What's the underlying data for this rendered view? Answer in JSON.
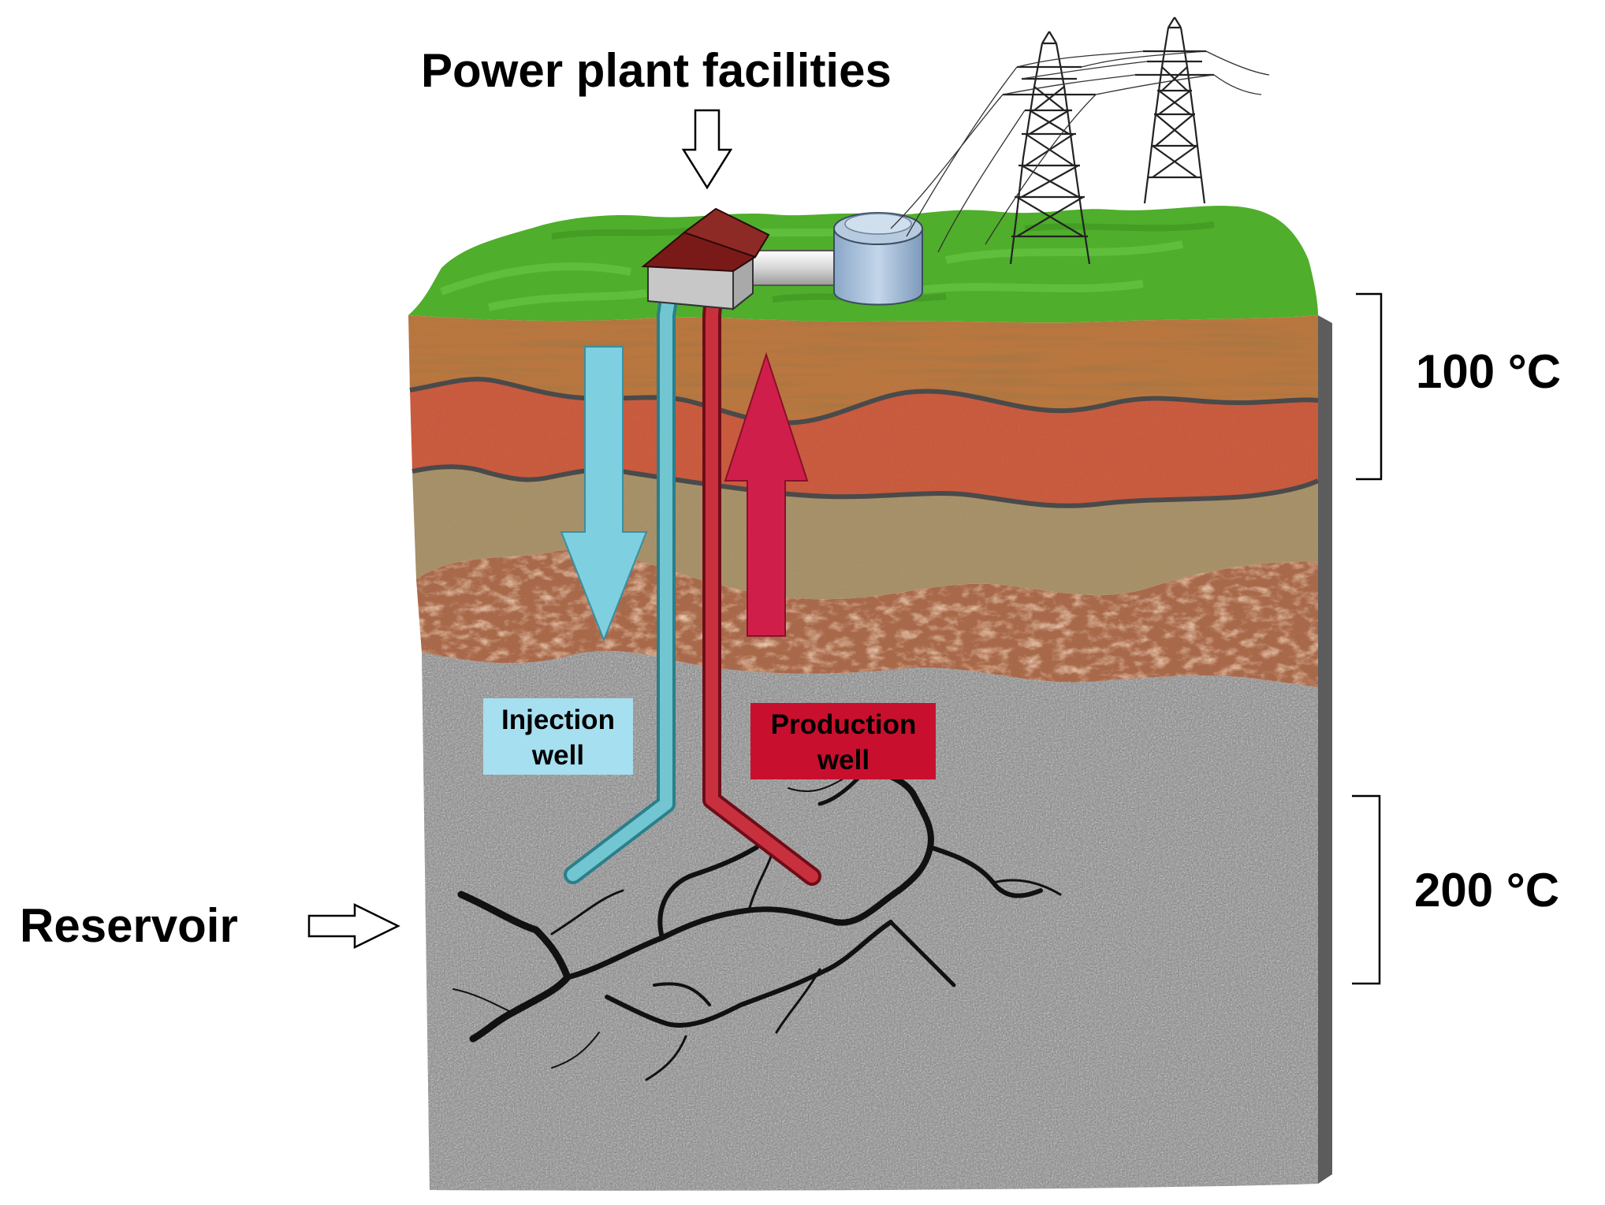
{
  "labels": {
    "title": "Power plant facilities",
    "reservoir": "Reservoir",
    "temp_upper": "100 °C",
    "temp_lower": "200 °C",
    "injection_line1": "Injection",
    "injection_line2": "well",
    "production_line1": "Production",
    "production_line2": "well"
  },
  "colors": {
    "grass": "#4fb32a",
    "soil_top": "#b8743f",
    "red_clay": "#c9553a",
    "sandstone": "#a8926a",
    "brown_rock": "#a8694a",
    "granite": "#7c7c7c",
    "injection": "#5fbcc8",
    "injection_label_bg": "#a6dff0",
    "production": "#c0213a",
    "production_label_bg": "#c8102e"
  },
  "icons": [
    "down-arrow-icon",
    "right-arrow-icon",
    "house-icon",
    "tank-icon",
    "power-tower-icon"
  ]
}
